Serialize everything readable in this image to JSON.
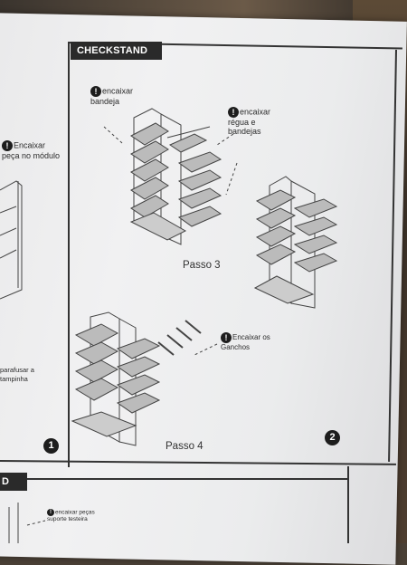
{
  "header": {
    "title": "CHECKSTAND"
  },
  "next_section_header": {
    "title": "D"
  },
  "panel_left": {
    "label_top": "Encaixar peça no módulo",
    "label_bottom": "parafusar a tampinha",
    "badge": "1"
  },
  "panel_main": {
    "note_tray": "encaixar bandeja",
    "note_rule": "encaixar régua e bandejas",
    "step3": "Passo 3",
    "note_hooks": "Encaixar os Ganchos",
    "step4": "Passo 4",
    "badge": "2"
  },
  "bottom_panel": {
    "note": "encaixar peças suporte testeira"
  },
  "icons": {
    "warning": "!"
  }
}
